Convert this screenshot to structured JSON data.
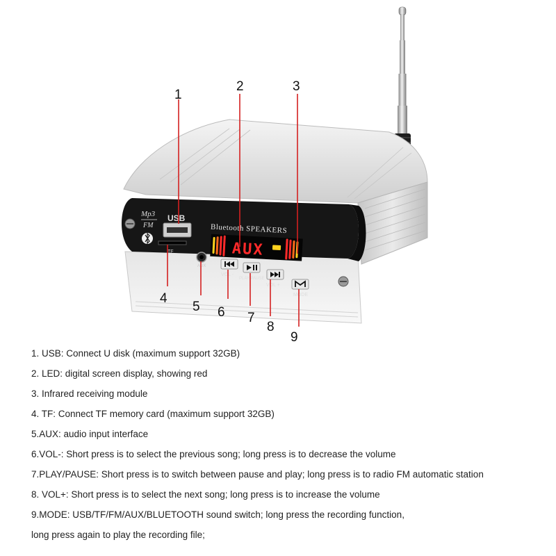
{
  "callouts": [
    "1",
    "2",
    "3",
    "4",
    "5",
    "6",
    "7",
    "8",
    "9"
  ],
  "faceplate": {
    "logo_top": "Mp3",
    "logo_bottom": "FM",
    "usb": "USB",
    "tf": "TF",
    "aux": "AUX",
    "display_title": "Bluetooth  SPEAKERS",
    "display_value": "AUX",
    "buttons": [
      "VOL -",
      "PLAY/PAUSE",
      "VOL +",
      "MODE"
    ]
  },
  "colors": {
    "callout_line": "#d42020",
    "led_red": "#ff2a2a",
    "led_yellow": "#ffd21e",
    "faceplate": "#161616",
    "body": "#dcdcdc"
  },
  "icons": [
    "bluetooth-icon",
    "prev-track-icon",
    "play-pause-icon",
    "next-track-icon",
    "mode-icon",
    "screw-icon"
  ],
  "notes": [
    "1. USB: Connect U disk (maximum support 32GB)",
    "2. LED: digital screen display, showing red",
    "3. Infrared receiving module",
    "4. TF: Connect TF memory card (maximum support 32GB)",
    "5.AUX: audio input interface",
    "6.VOL-: Short press is to select the previous song; long press is to decrease the volume",
    "7.PLAY/PAUSE: Short press is to switch between pause and play; long press is to radio FM automatic station",
    "8. VOL+: Short press is to select the next song; long press is to increase the volume",
    "9.MODE: USB/TF/FM/AUX/BLUETOOTH sound switch; long press the recording function,",
    "long press again to play the recording file;"
  ]
}
